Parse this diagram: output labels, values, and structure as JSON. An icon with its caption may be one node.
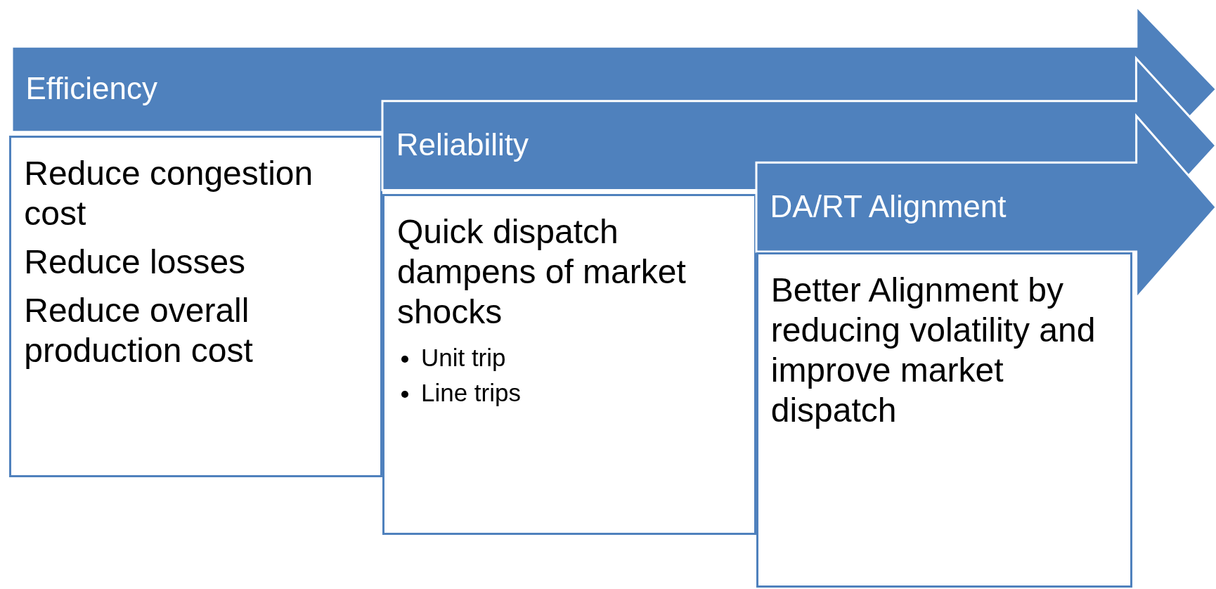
{
  "diagram": {
    "nodes": [
      {
        "text": [
          "Efficiency"
        ]
      },
      {
        "text": [
          "Reduce congestion cost",
          "Reduce losses",
          "Reduce overall production cost"
        ]
      },
      {
        "text": [
          "Reliability"
        ]
      },
      {
        "text": [
          "Quick dispatch dampens of market shocks",
          "Unit trip",
          "Line trips"
        ]
      },
      {
        "text": [
          "DA/RT Alignment"
        ]
      },
      {
        "text": [
          "Better Alignment by reducing volatility and improve market dispatch"
        ]
      }
    ]
  }
}
